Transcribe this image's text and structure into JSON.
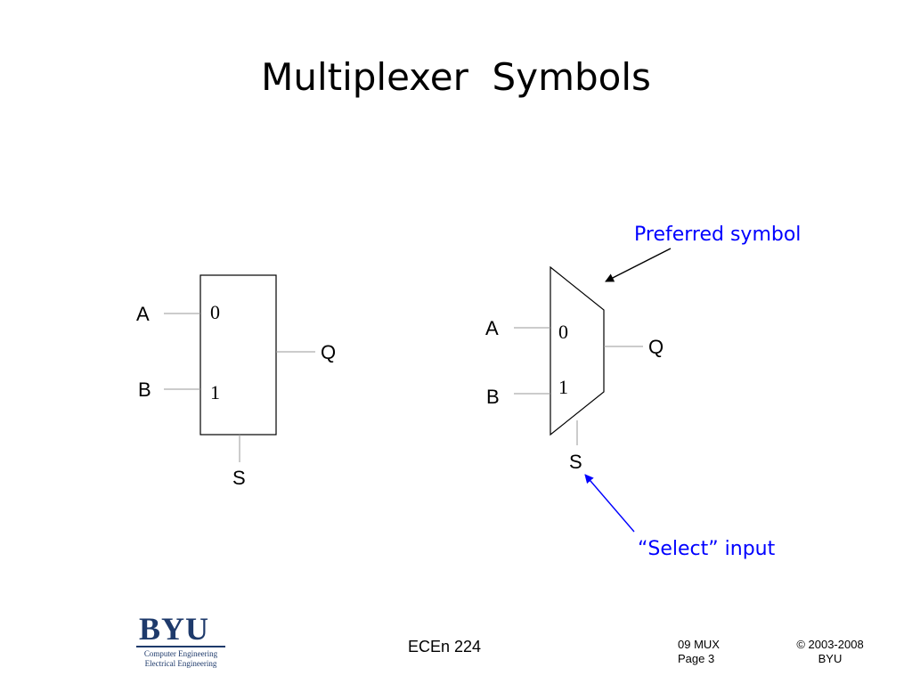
{
  "slide": {
    "title": "Multiplexer  Symbols"
  },
  "left_mux": {
    "input_a": "A",
    "input_b": "B",
    "index_0": "0",
    "index_1": "1",
    "output": "Q",
    "select": "S"
  },
  "right_mux": {
    "input_a": "A",
    "input_b": "B",
    "index_0": "0",
    "index_1": "1",
    "output": "Q",
    "select": "S"
  },
  "annotations": {
    "preferred": "Preferred symbol",
    "select_input": "“Select” input",
    "preferred_color": "#0000ff",
    "select_arrow_color": "#0000ff"
  },
  "footer": {
    "logo_word": "BYU",
    "logo_line1": "Computer Engineering",
    "logo_line2": "Electrical Engineering",
    "course": "ECEn 224",
    "lecture": "09 MUX",
    "page": "Page 3",
    "copyright": "© 2003-2008",
    "org": "BYU",
    "logo_color": "#1e3a6b"
  }
}
